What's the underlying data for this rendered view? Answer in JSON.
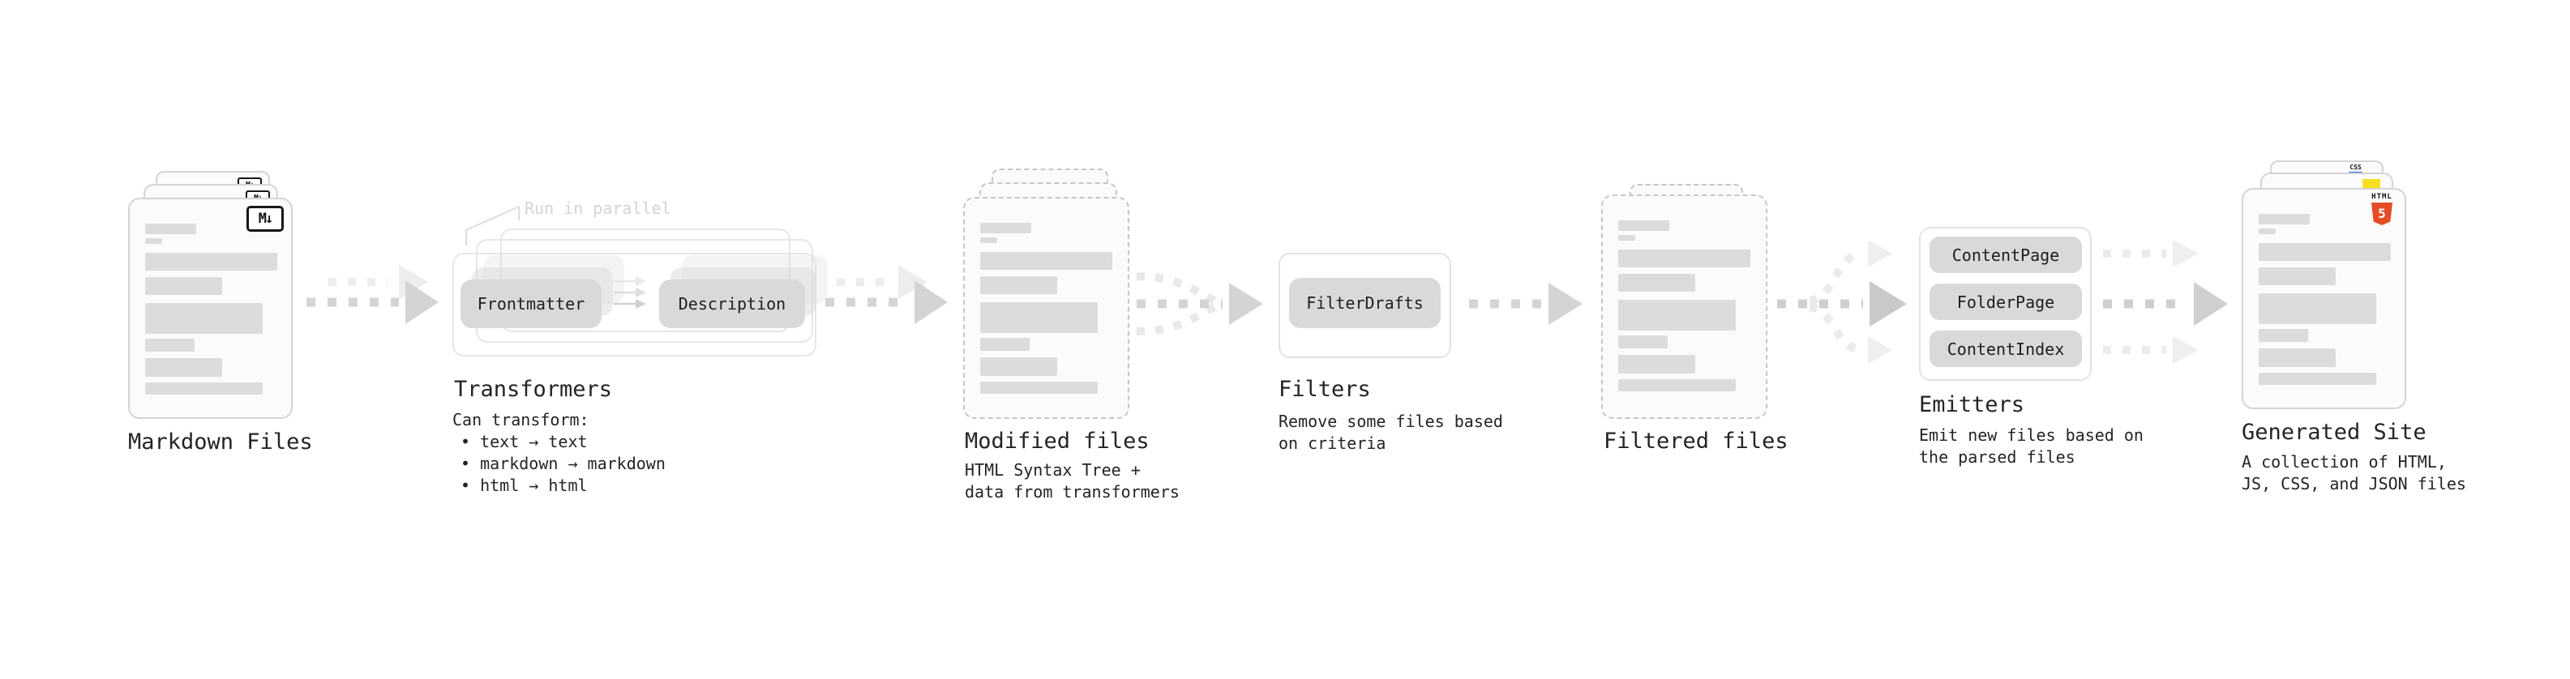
{
  "colors": {
    "html5_orange": "#E44D26",
    "js_yellow": "#F7DF1E",
    "css_blue": "#2668F5"
  },
  "stages": {
    "markdown_files": {
      "label": "Markdown Files",
      "icon_label": "M↓"
    },
    "transformers": {
      "label": "Transformers",
      "parallel_note": "Run in parallel",
      "input_pill": "Frontmatter",
      "output_pill": "Description",
      "caption_title": "Can transform:",
      "bullets": [
        "• text → text",
        "• markdown → markdown",
        "• html → html"
      ]
    },
    "modified_files": {
      "label": "Modified files",
      "caption_lines": [
        "HTML Syntax Tree +",
        "data from transformers"
      ]
    },
    "filters": {
      "label": "Filters",
      "pill": "FilterDrafts",
      "caption_lines": [
        "Remove some files based",
        "on criteria"
      ]
    },
    "filtered_files": {
      "label": "Filtered files"
    },
    "emitters": {
      "label": "Emitters",
      "pills": [
        "ContentPage",
        "FolderPage",
        "ContentIndex"
      ],
      "caption_lines": [
        "Emit new files based on",
        "the parsed files"
      ]
    },
    "generated_site": {
      "label": "Generated Site",
      "css_badge": "CSS",
      "html_badge_top": "HTML",
      "html_badge_number": "5",
      "caption_lines": [
        "A collection of HTML,",
        "JS, CSS, and JSON files"
      ]
    }
  }
}
